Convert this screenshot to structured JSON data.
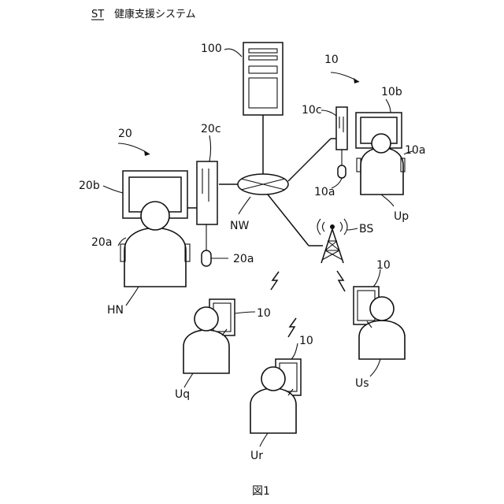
{
  "title": {
    "code": "ST",
    "name": "健康支援システム"
  },
  "caption": "図1",
  "labels": {
    "server": "100",
    "terminal_group": "10",
    "user_display": "10b",
    "user_computer": "10c",
    "user_input_a": "10a",
    "user_input_b": "10a",
    "user_p": "Up",
    "advisor_group": "20",
    "advisor_display": "20b",
    "advisor_computer": "20c",
    "advisor_input_a": "20a",
    "advisor_input_b": "20a",
    "advisor": "HN",
    "network": "NW",
    "base_station": "BS",
    "tablet_s": "10",
    "user_s": "Us",
    "tablet_q": "10",
    "user_q": "Uq",
    "tablet_r": "10",
    "user_r": "Ur"
  }
}
